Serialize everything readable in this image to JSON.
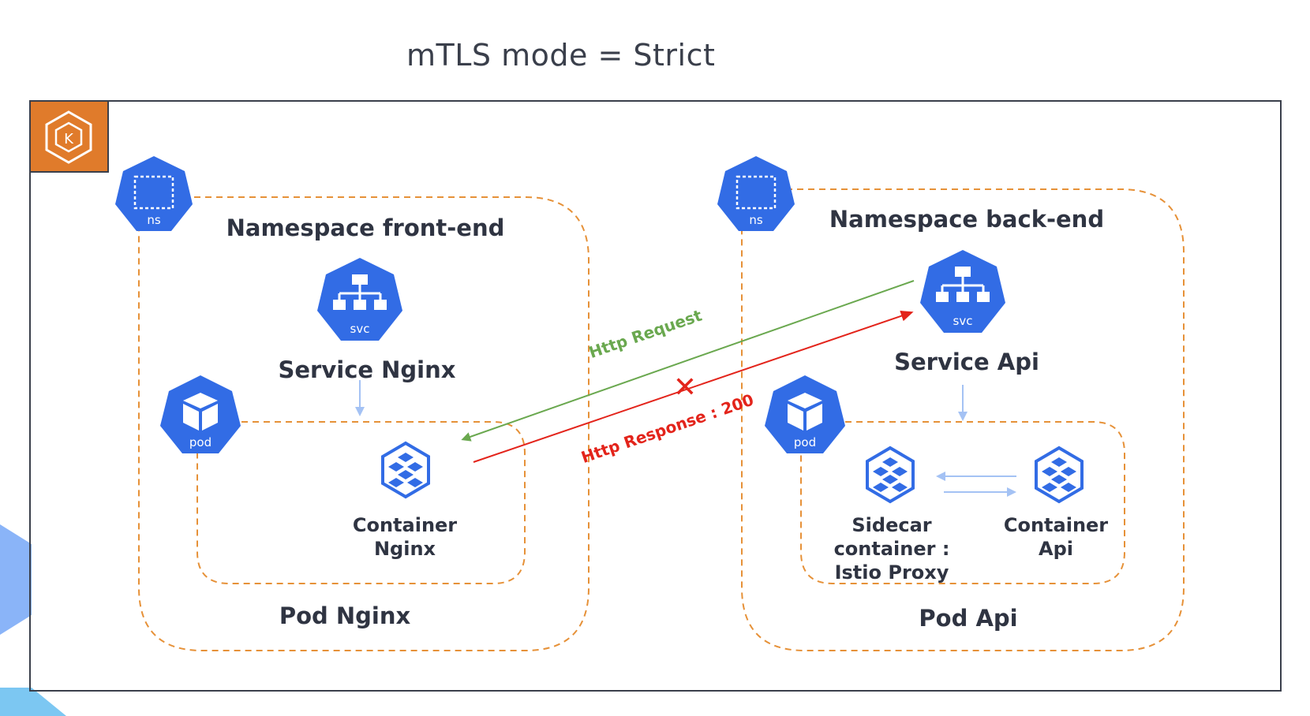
{
  "title": "mTLS mode = Strict",
  "colors": {
    "k8s_blue": "#326ce5",
    "namespace_border": "#e69138",
    "request": "#6aa84f",
    "response": "#e3241b",
    "eks_orange": "#e07b2b",
    "internal_arrow": "#a4c2f4"
  },
  "icons": {
    "cluster": "k8s-helm-icon",
    "namespace": "ns-icon",
    "service": "svc-icon",
    "pod": "pod-icon",
    "container": "container-cube-icon"
  },
  "namespaces": {
    "front": {
      "label": "Namespace front-end",
      "ns_icon_text": "ns",
      "service": {
        "label": "Service Nginx",
        "icon_text": "svc"
      },
      "pod": {
        "label": "Pod Nginx",
        "icon_text": "pod",
        "container_lines": [
          "Container",
          "Nginx"
        ]
      }
    },
    "back": {
      "label": "Namespace back-end",
      "ns_icon_text": "ns",
      "service": {
        "label": "Service Api",
        "icon_text": "svc"
      },
      "pod": {
        "label": "Pod Api",
        "icon_text": "pod",
        "sidecar_lines": [
          "Sidecar",
          "container :",
          "Istio Proxy"
        ],
        "container_lines": [
          "Container",
          "Api"
        ]
      }
    }
  },
  "flows": {
    "request": {
      "label": "Http Request"
    },
    "response": {
      "label": "Http Response : 200",
      "blocked_mark": "✕"
    }
  }
}
